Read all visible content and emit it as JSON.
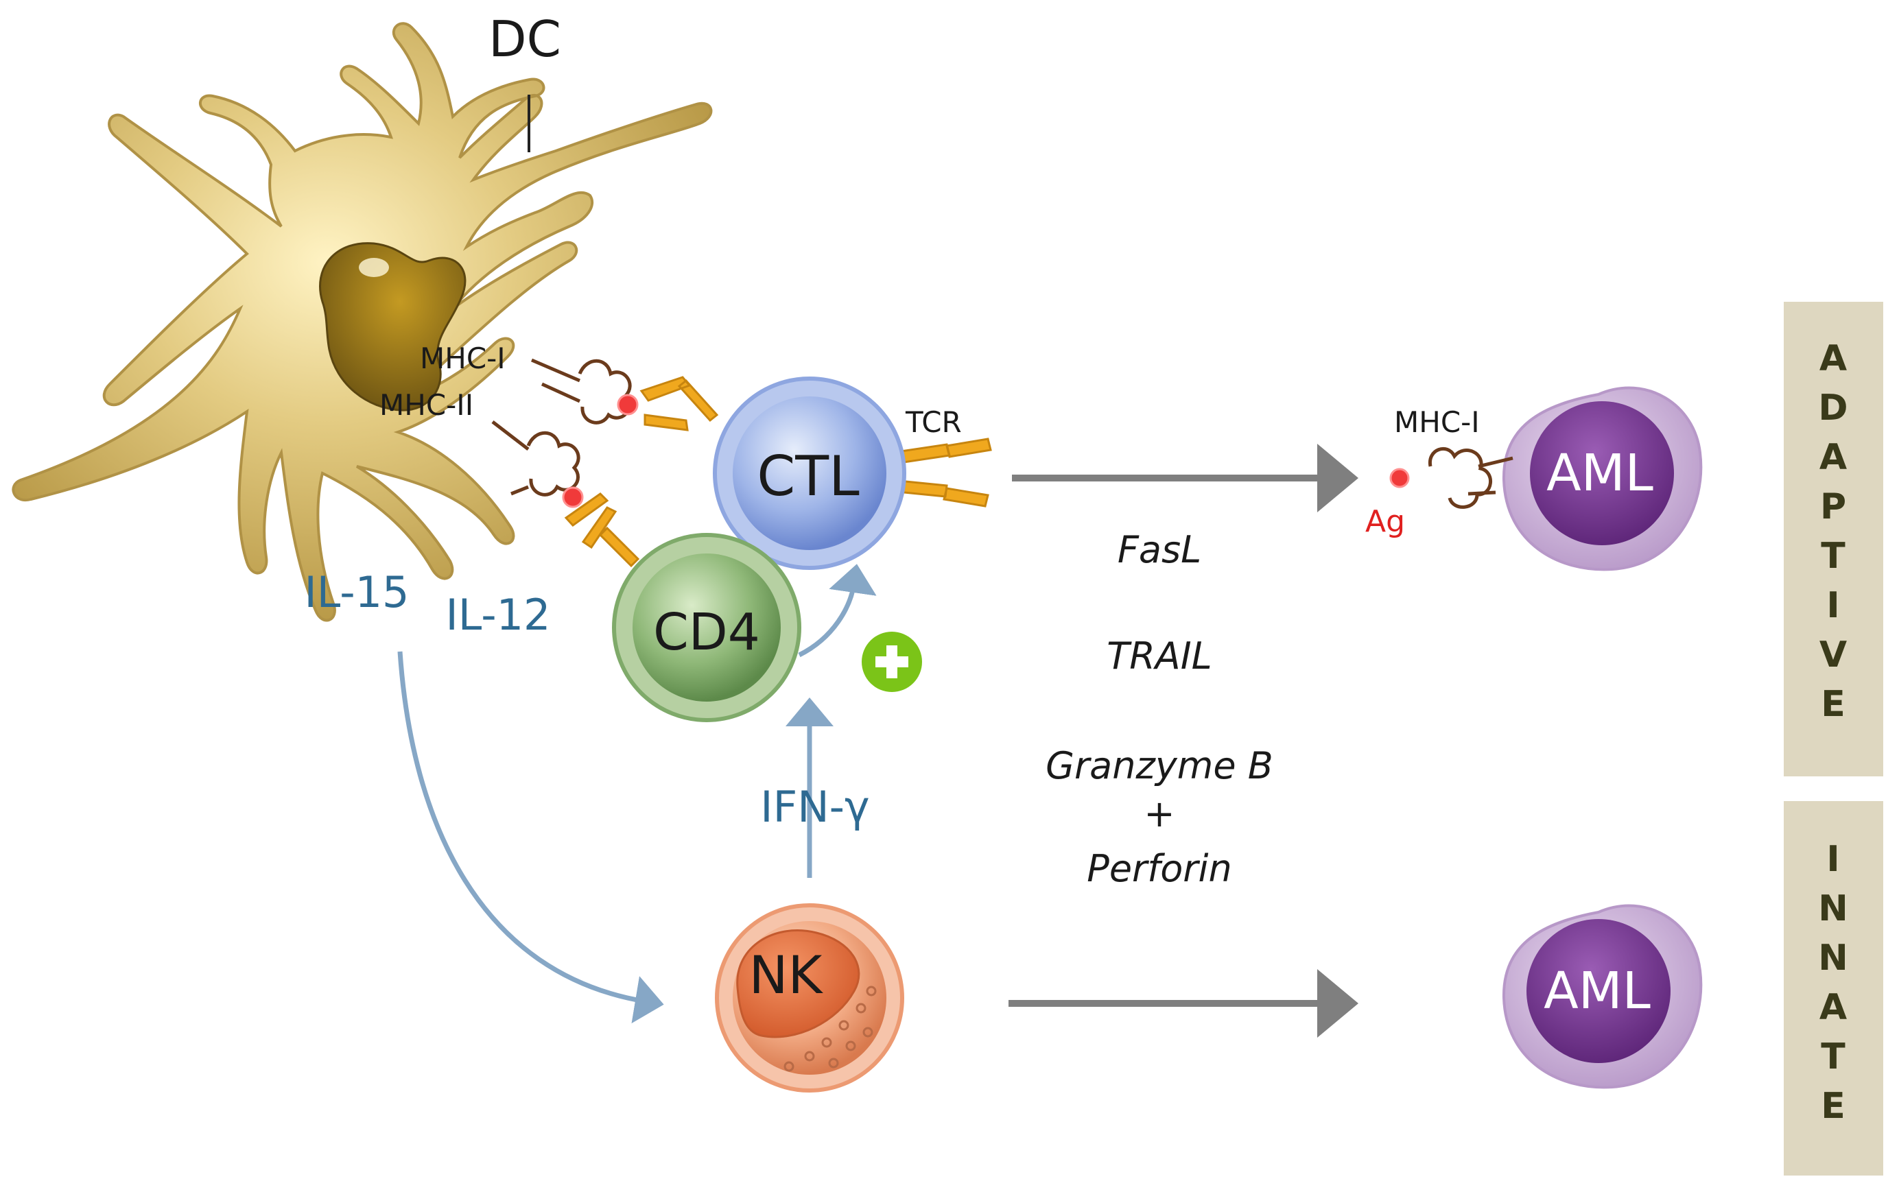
{
  "cells": {
    "dc": "DC",
    "ctl": "CTL",
    "cd4": "CD4",
    "nk": "NK",
    "aml_adaptive": "AML",
    "aml_innate": "AML"
  },
  "receptors": {
    "mhc1_dc": "MHC-I",
    "mhc2_dc": "MHC-II",
    "tcr": "TCR",
    "mhc1_aml": "MHC-I",
    "antigen": "Ag"
  },
  "cytokines": {
    "il15": "IL-15",
    "il12": "IL-12",
    "ifng": "IFN-γ"
  },
  "mechanisms": {
    "fasl": "FasL",
    "trail": "TRAIL",
    "granzyme": "Granzyme B",
    "plus": "+",
    "perforin": "Perforin"
  },
  "panels": {
    "adaptive": [
      "A",
      "D",
      "A",
      "P",
      "T",
      "I",
      "V",
      "E"
    ],
    "innate": [
      "I",
      "N",
      "N",
      "A",
      "T",
      "E"
    ]
  },
  "colors": {
    "dc_body": "#dcc27a",
    "ctl": "#8ea6e0",
    "cd4": "#7faa6a",
    "nk": "#ec9a72",
    "aml": "#7b3e93",
    "arrow_gray": "#7f7f7f",
    "arrow_blue": "#86a7c6",
    "receptor_orange": "#f0a81e",
    "mhc_brown": "#6b3b1c",
    "panel_bg": "#ded7c0",
    "plus_green": "#7bc418"
  }
}
